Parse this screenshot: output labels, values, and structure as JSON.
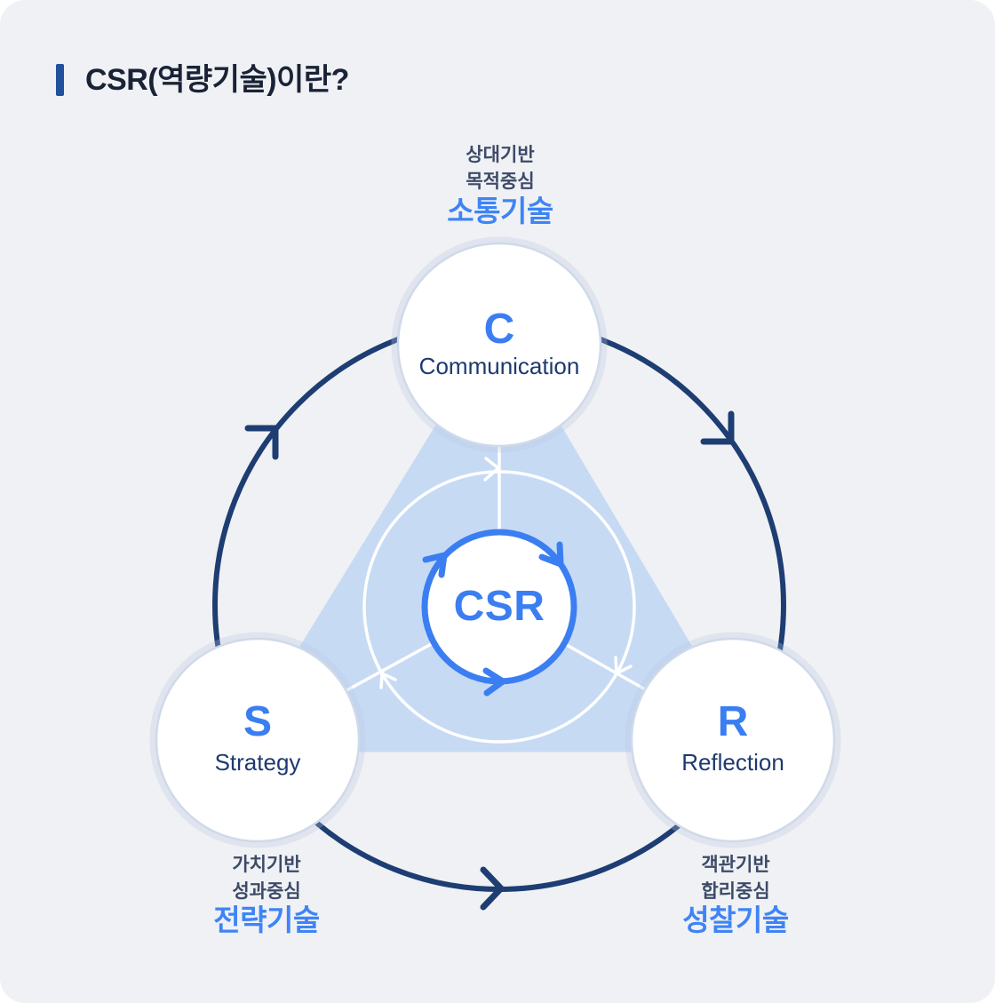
{
  "title": "CSR(역량기술)이란?",
  "colors": {
    "card_bg": "#eff1f4",
    "accent_blue": "#3b7ef2",
    "skill_blue": "#3e84f6",
    "navy": "#1e3d73",
    "tag_text": "#3d4a68",
    "triangle_fill": "#c6daf4",
    "node_border": "#cfdae9",
    "title_bar": "#21519c"
  },
  "center": {
    "label": "CSR"
  },
  "nodes": {
    "top": {
      "letter": "C",
      "name": "Communication",
      "tag_line1": "상대기반",
      "tag_line2": "목적중심",
      "skill": "소통기술"
    },
    "left": {
      "letter": "S",
      "name": "Strategy",
      "tag_line1": "가치기반",
      "tag_line2": "성과중심",
      "skill": "전략기술"
    },
    "right": {
      "letter": "R",
      "name": "Reflection",
      "tag_line1": "객관기반",
      "tag_line2": "합리중심",
      "skill": "성찰기술"
    }
  },
  "icons": {
    "outer_cycle": "clockwise-cycle-arrows",
    "inner_cycle": "clockwise-cycle-arrows",
    "csr_cycle": "cycle-arrows"
  }
}
